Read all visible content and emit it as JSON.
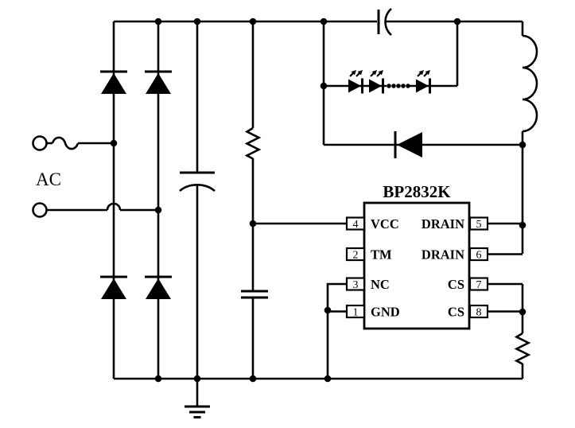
{
  "labels": {
    "ac_input": "AC"
  },
  "ic": {
    "title": "BP2832K",
    "left_pins": [
      {
        "number": "4",
        "label": "VCC"
      },
      {
        "number": "2",
        "label": "TM"
      },
      {
        "number": "3",
        "label": "NC"
      },
      {
        "number": "1",
        "label": "GND"
      }
    ],
    "right_pins": [
      {
        "number": "5",
        "label": "DRAIN"
      },
      {
        "number": "6",
        "label": "DRAIN"
      },
      {
        "number": "7",
        "label": "CS"
      },
      {
        "number": "8",
        "label": "CS"
      }
    ]
  },
  "components": [
    "ac-input-terminals",
    "fuse",
    "bridge-rectifier-4-diodes",
    "bulk-electrolytic-capacitor",
    "startup-resistor",
    "vcc-capacitor",
    "series-input-capacitor",
    "led-string-with-continuation-dots",
    "freewheeling-diode",
    "buck-inductor",
    "current-sense-resistor",
    "ground"
  ],
  "colors": {
    "line": "#000000",
    "background": "#ffffff"
  }
}
